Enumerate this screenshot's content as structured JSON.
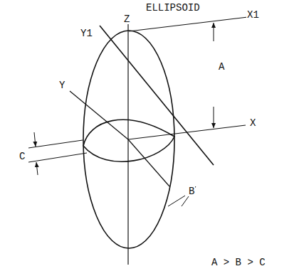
{
  "diagram": {
    "title": "ELLIPSOID",
    "labels": [
      "Y1",
      "Z",
      "X1",
      "Y",
      "A",
      "X",
      "C",
      "B",
      "A > B > C"
    ]
  }
}
